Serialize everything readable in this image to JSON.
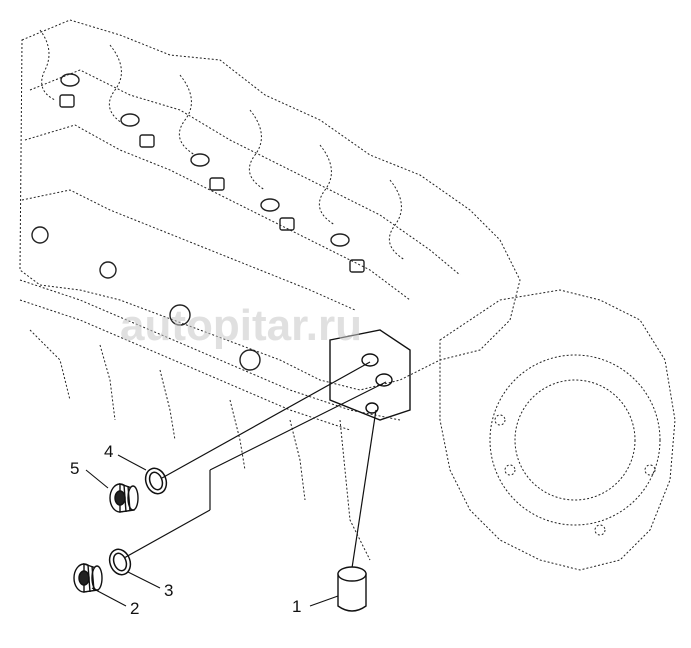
{
  "diagram": {
    "watermark": "autopitar.ru",
    "callouts": [
      {
        "number": "1",
        "part": "plug cap"
      },
      {
        "number": "2",
        "part": "threaded plug"
      },
      {
        "number": "3",
        "part": "sealing ring"
      },
      {
        "number": "4",
        "part": "sealing ring"
      },
      {
        "number": "5",
        "part": "threaded plug"
      }
    ]
  }
}
